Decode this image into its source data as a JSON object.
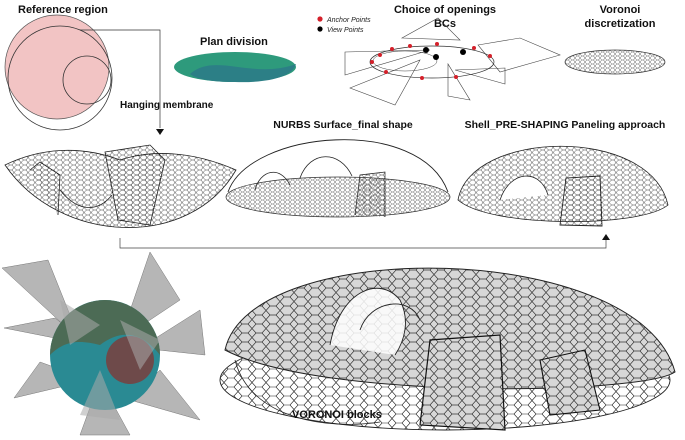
{
  "labels": {
    "reference_region": "Reference region",
    "plan_division": "Plan division",
    "openings_line1": "Choice of openings",
    "openings_line2": "BCs",
    "voronoi_line1": "Voronoi",
    "voronoi_line2": "discretization",
    "hanging_membrane": "Hanging membrane",
    "nurbs": "NURBS Surface_final shape",
    "preshaping": "Shell_PRE-SHAPING Paneling approach",
    "voronoi_blocks": "VORONOI blocks"
  },
  "legend": {
    "anchor_points": "Anchor Points",
    "view_points": "View Points"
  },
  "colors": {
    "reference_fill": "#f2c4c4",
    "plan_green": "#2e9a7c",
    "plan_teal": "#2c7f86",
    "anchor": "#d4202a",
    "view": "#000000",
    "wedge": "#a9a9a9",
    "circle_green": "#4c6b55",
    "circle_brown": "#6e4a4a",
    "circle_teal": "#2a8a93",
    "panel_gray": "#d7d7d7"
  }
}
